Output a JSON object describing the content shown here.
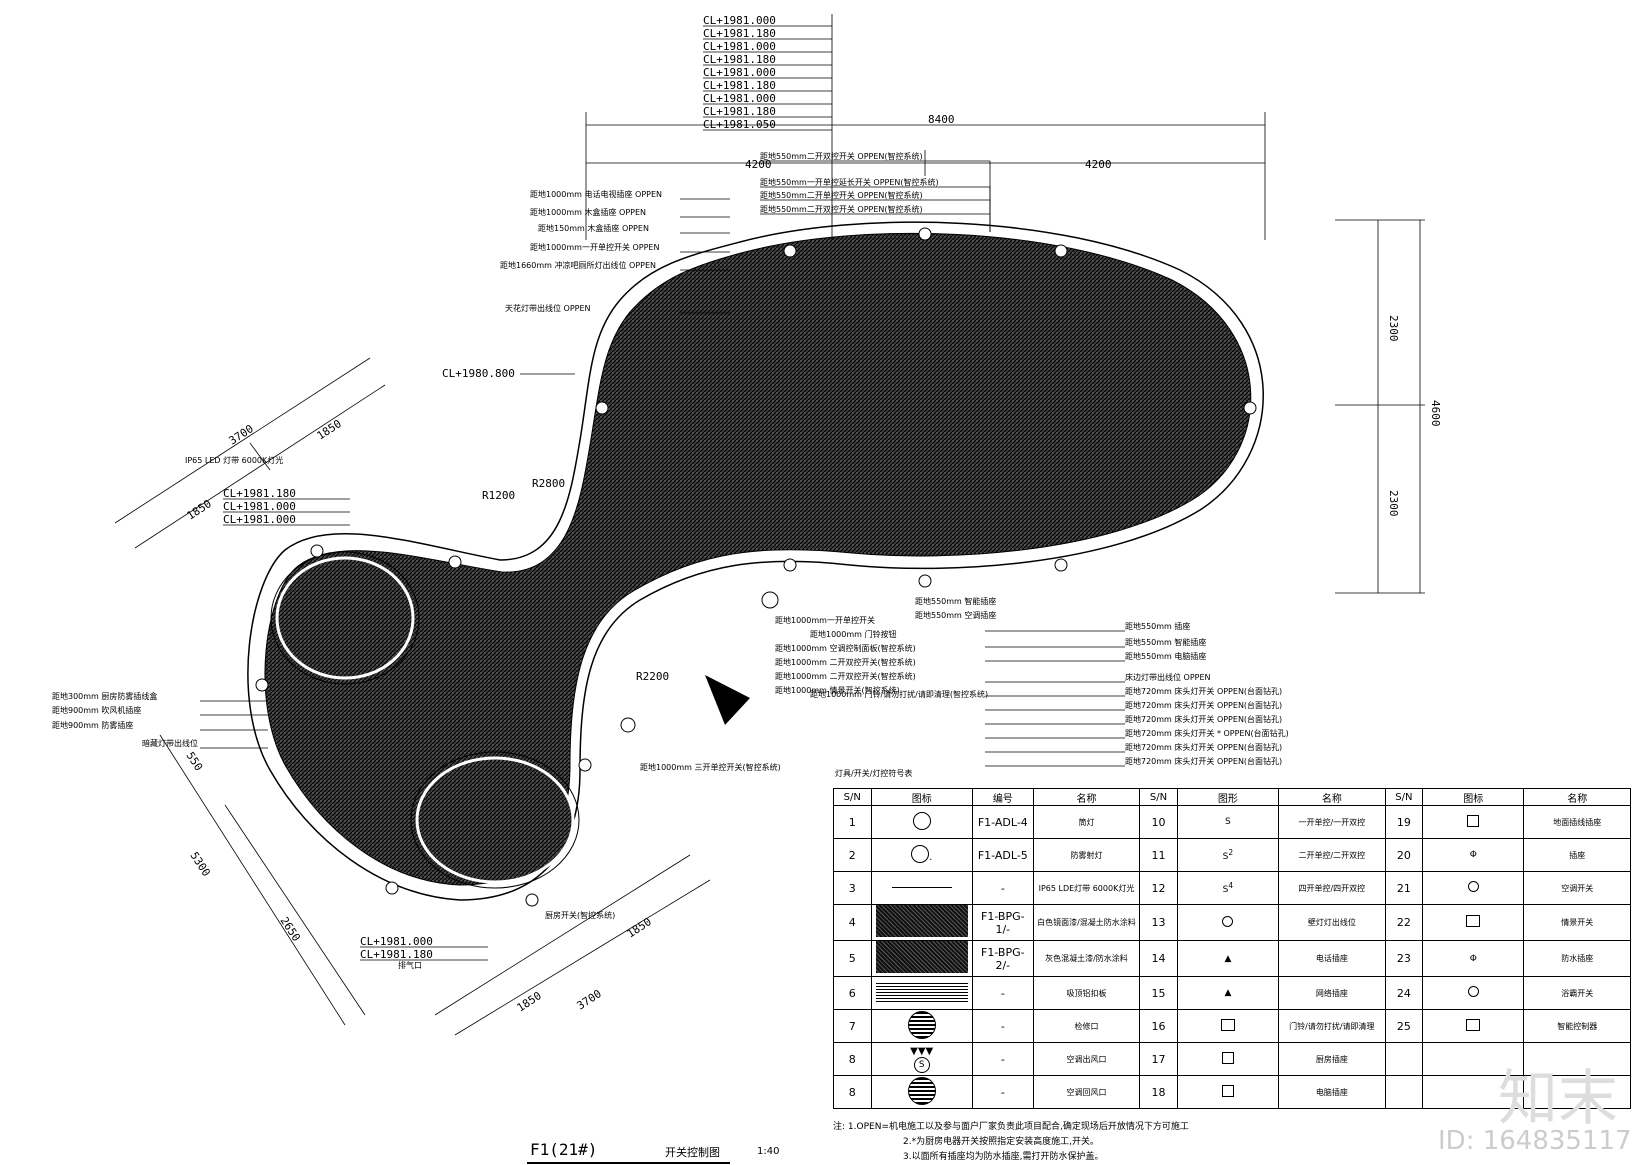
{
  "elevations_top": [
    "CL+1981.000",
    "CL+1981.180",
    "CL+1981.000",
    "CL+1981.180",
    "CL+1981.000",
    "CL+1981.180",
    "CL+1981.000",
    "CL+1981.180",
    "CL+1981.050"
  ],
  "dims": {
    "total": "8400",
    "left": "4200",
    "right": "4200",
    "h_top": "2300",
    "h_total": "4600",
    "h_bot": "2300",
    "d1": "3700",
    "d2": "1850",
    "d3": "1850",
    "d4": "5300",
    "d5": "2650",
    "d6": "1850",
    "d7": "1850",
    "d8": "3700",
    "d9": "550"
  },
  "radii": {
    "r1": "R2800",
    "r2": "R1200",
    "r3": "R2200"
  },
  "cl_left": "CL+1980.800",
  "ip65": "IP65 LED 灯带 6000K灯光",
  "cl_mid": [
    "CL+1981.180",
    "CL+1981.000",
    "CL+1981.000"
  ],
  "cl_bottom": [
    "CL+1981.000",
    "CL+1981.180"
  ],
  "exhaust": "排气口",
  "top_notes": [
    "距地550mm二开双控开关 OPPEN(智控系统)",
    "距地550mm一开单控延长开关 OPPEN(智控系统)",
    "距地550mm二开单控开关 OPPEN(智控系统)",
    "距地550mm二开双控开关 OPPEN(智控系统)"
  ],
  "left_notes": [
    "距地1000mm 电话电视插座 OPPEN",
    "距地1000mm 木盒插座 OPPEN",
    "距地150mm 木盒插座 OPPEN",
    "距地1000mm一开单控开关 OPPEN",
    "距地1660mm 冲凉吧厕所灯出线位 OPPEN",
    "天花灯带出线位 OPPEN"
  ],
  "bl_notes": [
    "距地300mm 厨房防雾插线盒",
    "距地900mm 吹风机插座",
    "距地900mm 防雾插座",
    "暗藏灯带出线位"
  ],
  "c_notes": [
    "距地1000mm一开单控开关",
    "距地1000mm 门铃按钮",
    "距地1000mm 空调控制面板(智控系统)",
    "距地1000mm 二开双控开关(智控系统)",
    "距地1000mm 二开双控开关(智控系统)",
    "距地1000mm 情景开关(智控系统)",
    "距地1000mm 门铃/请勿打扰/请即清理(智控系统)",
    "距地550mm 智能插座",
    "距地550mm 空调插座",
    "距地1000mm 三开单控开关(智控系统)",
    "厨房开关(智控系统)"
  ],
  "r_notes": [
    "距地550mm 插座",
    "距地550mm 智能插座",
    "距地550mm 电脑插座",
    "床边灯带出线位 OPPEN",
    "距地720mm 床头灯开关 OPPEN(台面钻孔)",
    "距地720mm 床头灯开关 OPPEN(台面钻孔)",
    "距地720mm 床头灯开关 OPPEN(台面钻孔)",
    "距地720mm 床头灯开关 * OPPEN(台面钻孔)",
    "距地720mm 床头灯开关 OPPEN(台面钻孔)",
    "距地720mm 床头灯开关 OPPEN(台面钻孔)"
  ],
  "legend": {
    "title": "灯具/开关/灯控符号表",
    "headers": {
      "sn": "S/N",
      "sym": "图标",
      "code": "编号",
      "name": "名称",
      "sym2": "图形",
      "name2": "名称"
    },
    "col1": [
      {
        "sn": "1",
        "code": "F1-ADL-4",
        "name": "筒灯",
        "sym": "circle"
      },
      {
        "sn": "2",
        "code": "F1-ADL-5",
        "name": "防雾射灯",
        "sym": "circle-dot"
      },
      {
        "sn": "3",
        "code": "-",
        "name": "IP65 LDE灯带 6000K灯光",
        "sym": "line"
      },
      {
        "sn": "4",
        "code": "F1-BPG-1/-",
        "name": "白色镜面漆/混凝土防水涂料",
        "sym": "hatch"
      },
      {
        "sn": "5",
        "code": "F1-BPG-2/-",
        "name": "灰色混凝土漆/防水涂料",
        "sym": "hatch"
      },
      {
        "sn": "6",
        "code": "-",
        "name": "吸顶铝扣板",
        "sym": "lines"
      },
      {
        "sn": "7",
        "code": "-",
        "name": "检修口",
        "sym": "disc"
      },
      {
        "sn": "8",
        "code": "-",
        "name": "空调出风口",
        "sym": "s-vent"
      },
      {
        "sn": "8",
        "code": "-",
        "name": "空调回风口",
        "sym": "disc"
      }
    ],
    "col2": [
      {
        "sn": "10",
        "sym": "S",
        "name": "一开单控/一开双控"
      },
      {
        "sn": "11",
        "sym": "S2",
        "name": "二开单控/二开双控"
      },
      {
        "sn": "12",
        "sym": "S4",
        "name": "四开单控/四开双控"
      },
      {
        "sn": "13",
        "sym": "o",
        "name": "壁灯灯出线位"
      },
      {
        "sn": "14",
        "sym": "tri",
        "name": "电话插座"
      },
      {
        "sn": "15",
        "sym": "tri",
        "name": "网络插座"
      },
      {
        "sn": "16",
        "sym": "box",
        "name": "门铃/请勿打扰/请即清理"
      },
      {
        "sn": "17",
        "sym": "sq",
        "name": "厨房插座"
      },
      {
        "sn": "18",
        "sym": "sq",
        "name": "电脑插座"
      }
    ],
    "col3": [
      {
        "sn": "19",
        "sym": "sq",
        "name": "地面插线插座"
      },
      {
        "sn": "20",
        "sym": "phi",
        "name": "插座"
      },
      {
        "sn": "21",
        "sym": "o",
        "name": "空调开关"
      },
      {
        "sn": "22",
        "sym": "box",
        "name": "情景开关"
      },
      {
        "sn": "23",
        "sym": "phi",
        "name": "防水插座"
      },
      {
        "sn": "24",
        "sym": "o",
        "name": "浴霸开关"
      },
      {
        "sn": "25",
        "sym": "box",
        "name": "智能控制器"
      },
      {
        "sn": "",
        "sym": "",
        "name": ""
      },
      {
        "sn": "",
        "sym": "",
        "name": ""
      }
    ]
  },
  "notes": {
    "label": "注:",
    "lines": [
      "1.OPEN=机电施工以及参与面户厂家负责此项目配合,确定现场后开放情况下方可施工",
      "2.*为厨房电器开关按照指定安装高度施工,开关。",
      "3.以面所有插座均为防水插座,需打开防水保护盖。"
    ]
  },
  "sheet": {
    "title": "F1(21#)",
    "subtitle": "开关控制图",
    "scale": "1:40"
  },
  "watermark": {
    "text": "知末",
    "id": "ID: 164835117"
  }
}
